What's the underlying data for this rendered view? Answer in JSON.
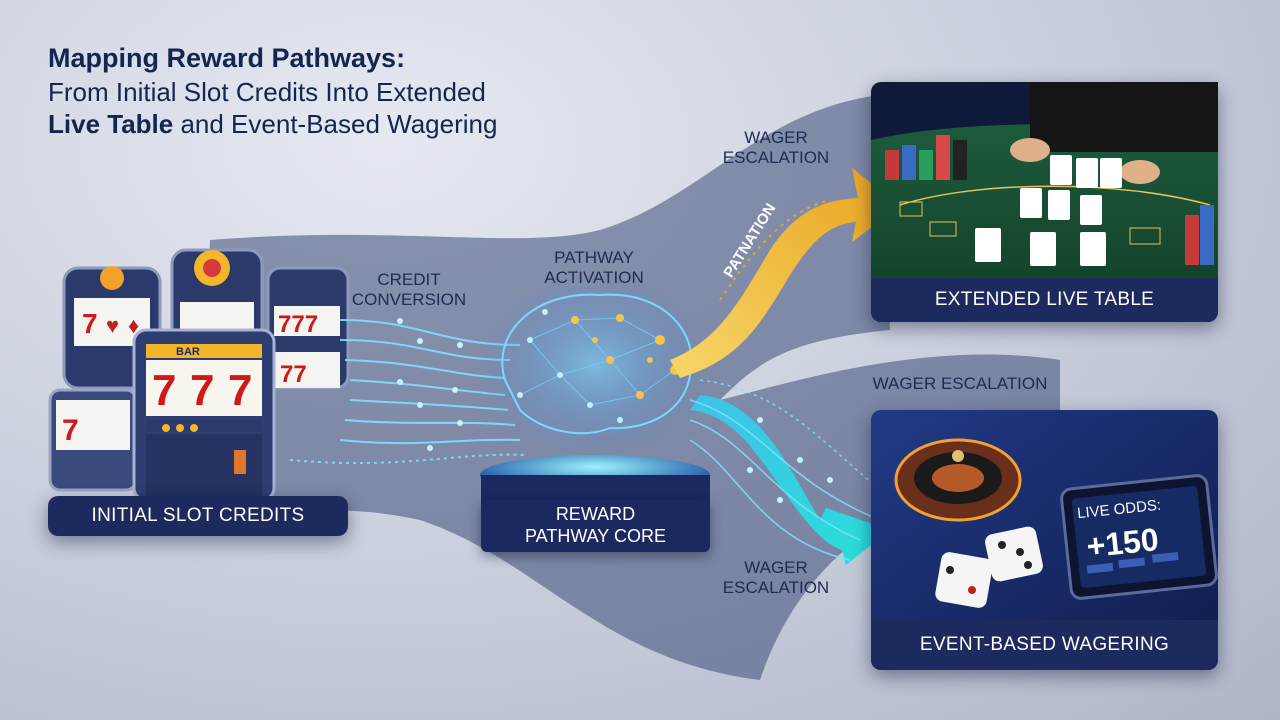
{
  "title": {
    "line1": "Mapping Reward Pathways:",
    "line2": "From Initial Slot Credits Into Extended",
    "line3_bold": "Live Table",
    "line3_rest": " and Event-Based Wagering"
  },
  "nodes": {
    "slot": {
      "caption": "INITIAL SLOT CREDITS",
      "reel_symbols": [
        "7",
        "7",
        "7"
      ],
      "marquee": "BAR"
    },
    "core": {
      "caption_line1": "REWARD",
      "caption_line2": "PATHWAY CORE"
    },
    "live_table": {
      "caption": "EXTENDED LIVE TABLE"
    },
    "event": {
      "caption": "EVENT-BASED WAGERING",
      "tablet_header": "LIVE ODDS:",
      "odds_value": "+150"
    }
  },
  "labels": {
    "credit_conversion": [
      "CREDIT",
      "CONVERSION"
    ],
    "pathway_activation": [
      "PATHWAY",
      "ACTIVATION"
    ],
    "patnation": "PATNATION",
    "wager_escalation_top": [
      "WAGER",
      "ESCALATION"
    ],
    "wager_escalation_mid": "WAGER ESCALATION",
    "wager_escalation_bottom": [
      "WAGER",
      "ESCALATION"
    ]
  },
  "colors": {
    "navy": "#1c2a5e",
    "title_text": "#13264f",
    "arrow_gold": "#f3b52a",
    "arrow_cyan": "#2fd6e6",
    "felt_green": "#1f6b45",
    "neural_glow": "#f6c44a"
  }
}
